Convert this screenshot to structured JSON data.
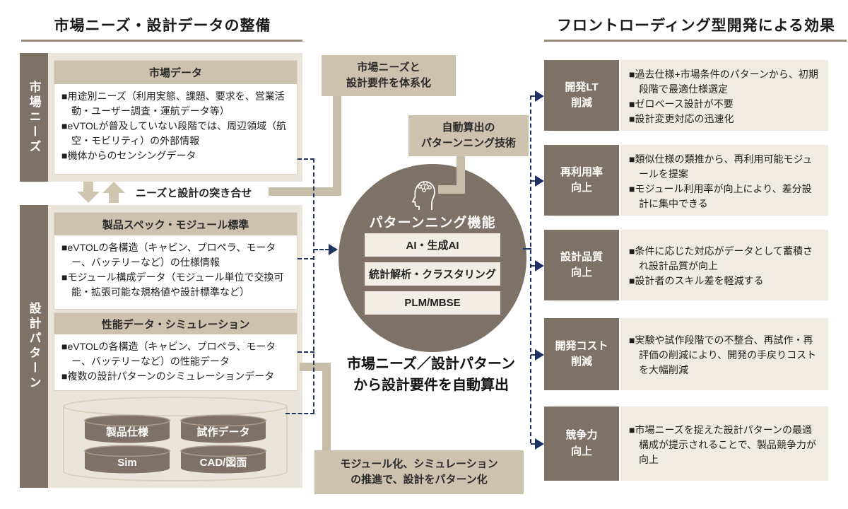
{
  "colors": {
    "brown": "#7d7265",
    "tan_box": "#cdc2ae",
    "tan_connector": "#c8bda9",
    "beige_panel": "#eae5da",
    "right_body_bg": "#f0ece3",
    "circle_item_bg": "#f2eee5",
    "navy_dashed": "#1e3264",
    "title_rule": "#9a8e7b"
  },
  "left": {
    "title": "市場ニーズ・設計データの整備",
    "market_side_label": "市場ニーズ",
    "market_header": "市場データ",
    "market_bullets": [
      "■用途別ニーズ（利用実態、課題、要求を、営業活動・ユーザー調査・運航データ等）",
      "■eVTOLが普及していない段階では、周辺領域（航空・モビリティ）の外部情報",
      "■機体からのセンシングデータ"
    ],
    "matching_label": "ニーズと設計の突き合せ",
    "design_side_label": "設計パターン",
    "spec_header": "製品スペック・モジュール標準",
    "spec_bullets": [
      "■eVTOLの各構造（キャビン、プロペラ、モーター、バッテリーなど）の仕様情報",
      "■モジュール構成データ（モジュール単位で交換可能・拡張可能な規格値や設計標準など）"
    ],
    "perf_header": "性能データ・シミュレーション",
    "perf_bullets": [
      "■eVTOLの各構造（キャビン、プロペラ、モーター、バッテリーなど）の性能データ",
      "■複数の設計パターンのシミュレーションデータ"
    ],
    "db_items": [
      "製品仕様",
      "試作データ",
      "Sim",
      "CAD/図面"
    ]
  },
  "center": {
    "callout_systematize": "市場ニーズと\n設計要件を体系化",
    "callout_tech": "自動算出の\nパターンニング技術",
    "circle_title": "パターンニング機能",
    "circle_items": [
      "AI・生成AI",
      "統計解析・クラスタリング",
      "PLM/MBSE"
    ],
    "caption": "市場ニーズ／設計パターン\nから設計要件を自動算出",
    "callout_modularize": "モジュール化、シミュレーション\nの推進で、設計をパターン化"
  },
  "right": {
    "title": "フロントローディング型開発による効果",
    "rows": [
      {
        "label": "開発LT\n削減",
        "bullets": [
          "■過去仕様+市場条件のパターンから、初期段階で最適仕様選定",
          "■ゼロベース設計が不要",
          "■設計変更対応の迅速化"
        ]
      },
      {
        "label": "再利用率\n向上",
        "bullets": [
          "■類似仕様の類推から、再利用可能モジュールを提案",
          "■モジュール利用率が向上により、差分設計に集中できる"
        ]
      },
      {
        "label": "設計品質\n向上",
        "bullets": [
          "■条件に応じた対応がデータとして蓄積され設計品質が向上",
          "■設計者のスキル差を軽減する"
        ]
      },
      {
        "label": "開発コスト\n削減",
        "bullets": [
          "■実験や試作段階での不整合、再試作・再評価の削減により、開発の手戻りコストを大幅削減"
        ]
      },
      {
        "label": "競争力\n向上",
        "bullets": [
          "■市場ニーズを捉えた設計パターンの最適構成が提示されることで、製品競争力が向上"
        ]
      }
    ]
  }
}
